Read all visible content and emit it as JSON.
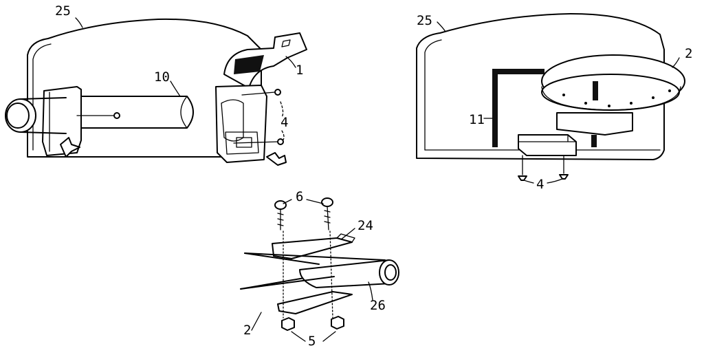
{
  "callouts": {
    "left": {
      "housing": "25",
      "pipe": "10",
      "bracket": "1",
      "screws": "4"
    },
    "right": {
      "housing": "25",
      "reflector": "2",
      "conduit": "11",
      "screws": "4"
    },
    "bottom": {
      "bolts": "6",
      "plate": "24",
      "arm": "26",
      "tube": "2",
      "nuts": "5"
    }
  }
}
